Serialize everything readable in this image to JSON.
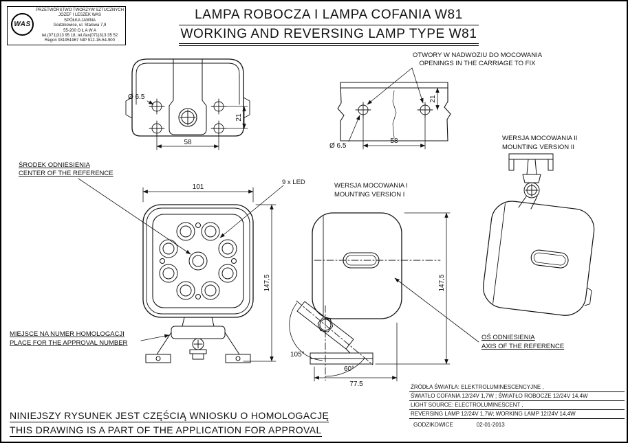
{
  "company": {
    "logo": "WAS",
    "lines": [
      "PRZETWÓRSTWO TWORZYW SZTUCZNYCH",
      "JÓZEF I LESZEK WAS",
      "SPÓŁKA JAWNA",
      "Godzikowice, ul. Stalowa 7,9",
      "55-200  O Ł A W A",
      "tel.(071)313 95 18, tel./fax(071)313 35 52",
      "Regon 931951967 NIP 912-16-54-900"
    ]
  },
  "title": {
    "pl": "LAMPA ROBOCZA I LAMPA COFANIA W81",
    "en": "WORKING AND REVERSING LAMP TYPE W81"
  },
  "annotations": {
    "openings_pl": "OTWORY W NADWOZIU DO MOCOWANIA",
    "openings_en": "OPENINGS IN THE CARRIAGE TO FIX",
    "center_pl": "ŚRODEK ODNIESIENIA",
    "center_en": "CENTER OF THE REFERENCE",
    "led_count": "9 x LED",
    "mounting1_pl": "WERSJA MOCOWANIA I",
    "mounting1_en": "MOUNTING VERSION I",
    "mounting2_pl": "WERSJA MOCOWANIA II",
    "mounting2_en": "MOUNTING VERSION II",
    "approval_place_pl": "MIEJSCE NA NUMER HOMOLOGACJI",
    "approval_place_en": "PLACE FOR THE APPROVAL NUMBER",
    "axis_pl": "OŚ ODNIESIENIA",
    "axis_en": "AXIS OF THE REFERENCE"
  },
  "dimensions": {
    "hole_diameter": "Ø 6.5",
    "hole_spacing": "58",
    "hole_offset": "21",
    "lamp_width": "101",
    "lamp_height": "147,5",
    "bracket_width": "77.5",
    "angle_tilt": "105°",
    "angle_swivel": "60°"
  },
  "specs": {
    "lines": [
      "ŹRÓDŁA ŚWIATŁA: ELEKTROLUMINESCENCYJNE ,",
      "ŚWIATŁO COFANIA  12/24V  1,7W ; ŚWIATŁO ROBOCZE 12/24V 14,4W",
      "LIGHT SOURCE: ELECTROLUMINESCENT ,",
      "REVERSING LAMP  12/24V  1,7W; WORKING LAMP  12/24V  14,4W"
    ],
    "place": "GODZIKOWICE",
    "date": "02-01-2013"
  },
  "statement": {
    "pl": "NINIEJSZY RYSUNEK JEST CZĘŚCIĄ WNIOSKU O  HOMOLOGACJĘ",
    "en": "THIS DRAWING IS A PART OF THE APPLICATION FOR  APPROVAL"
  },
  "colors": {
    "ink": "#111111",
    "paper": "#ffffff"
  }
}
